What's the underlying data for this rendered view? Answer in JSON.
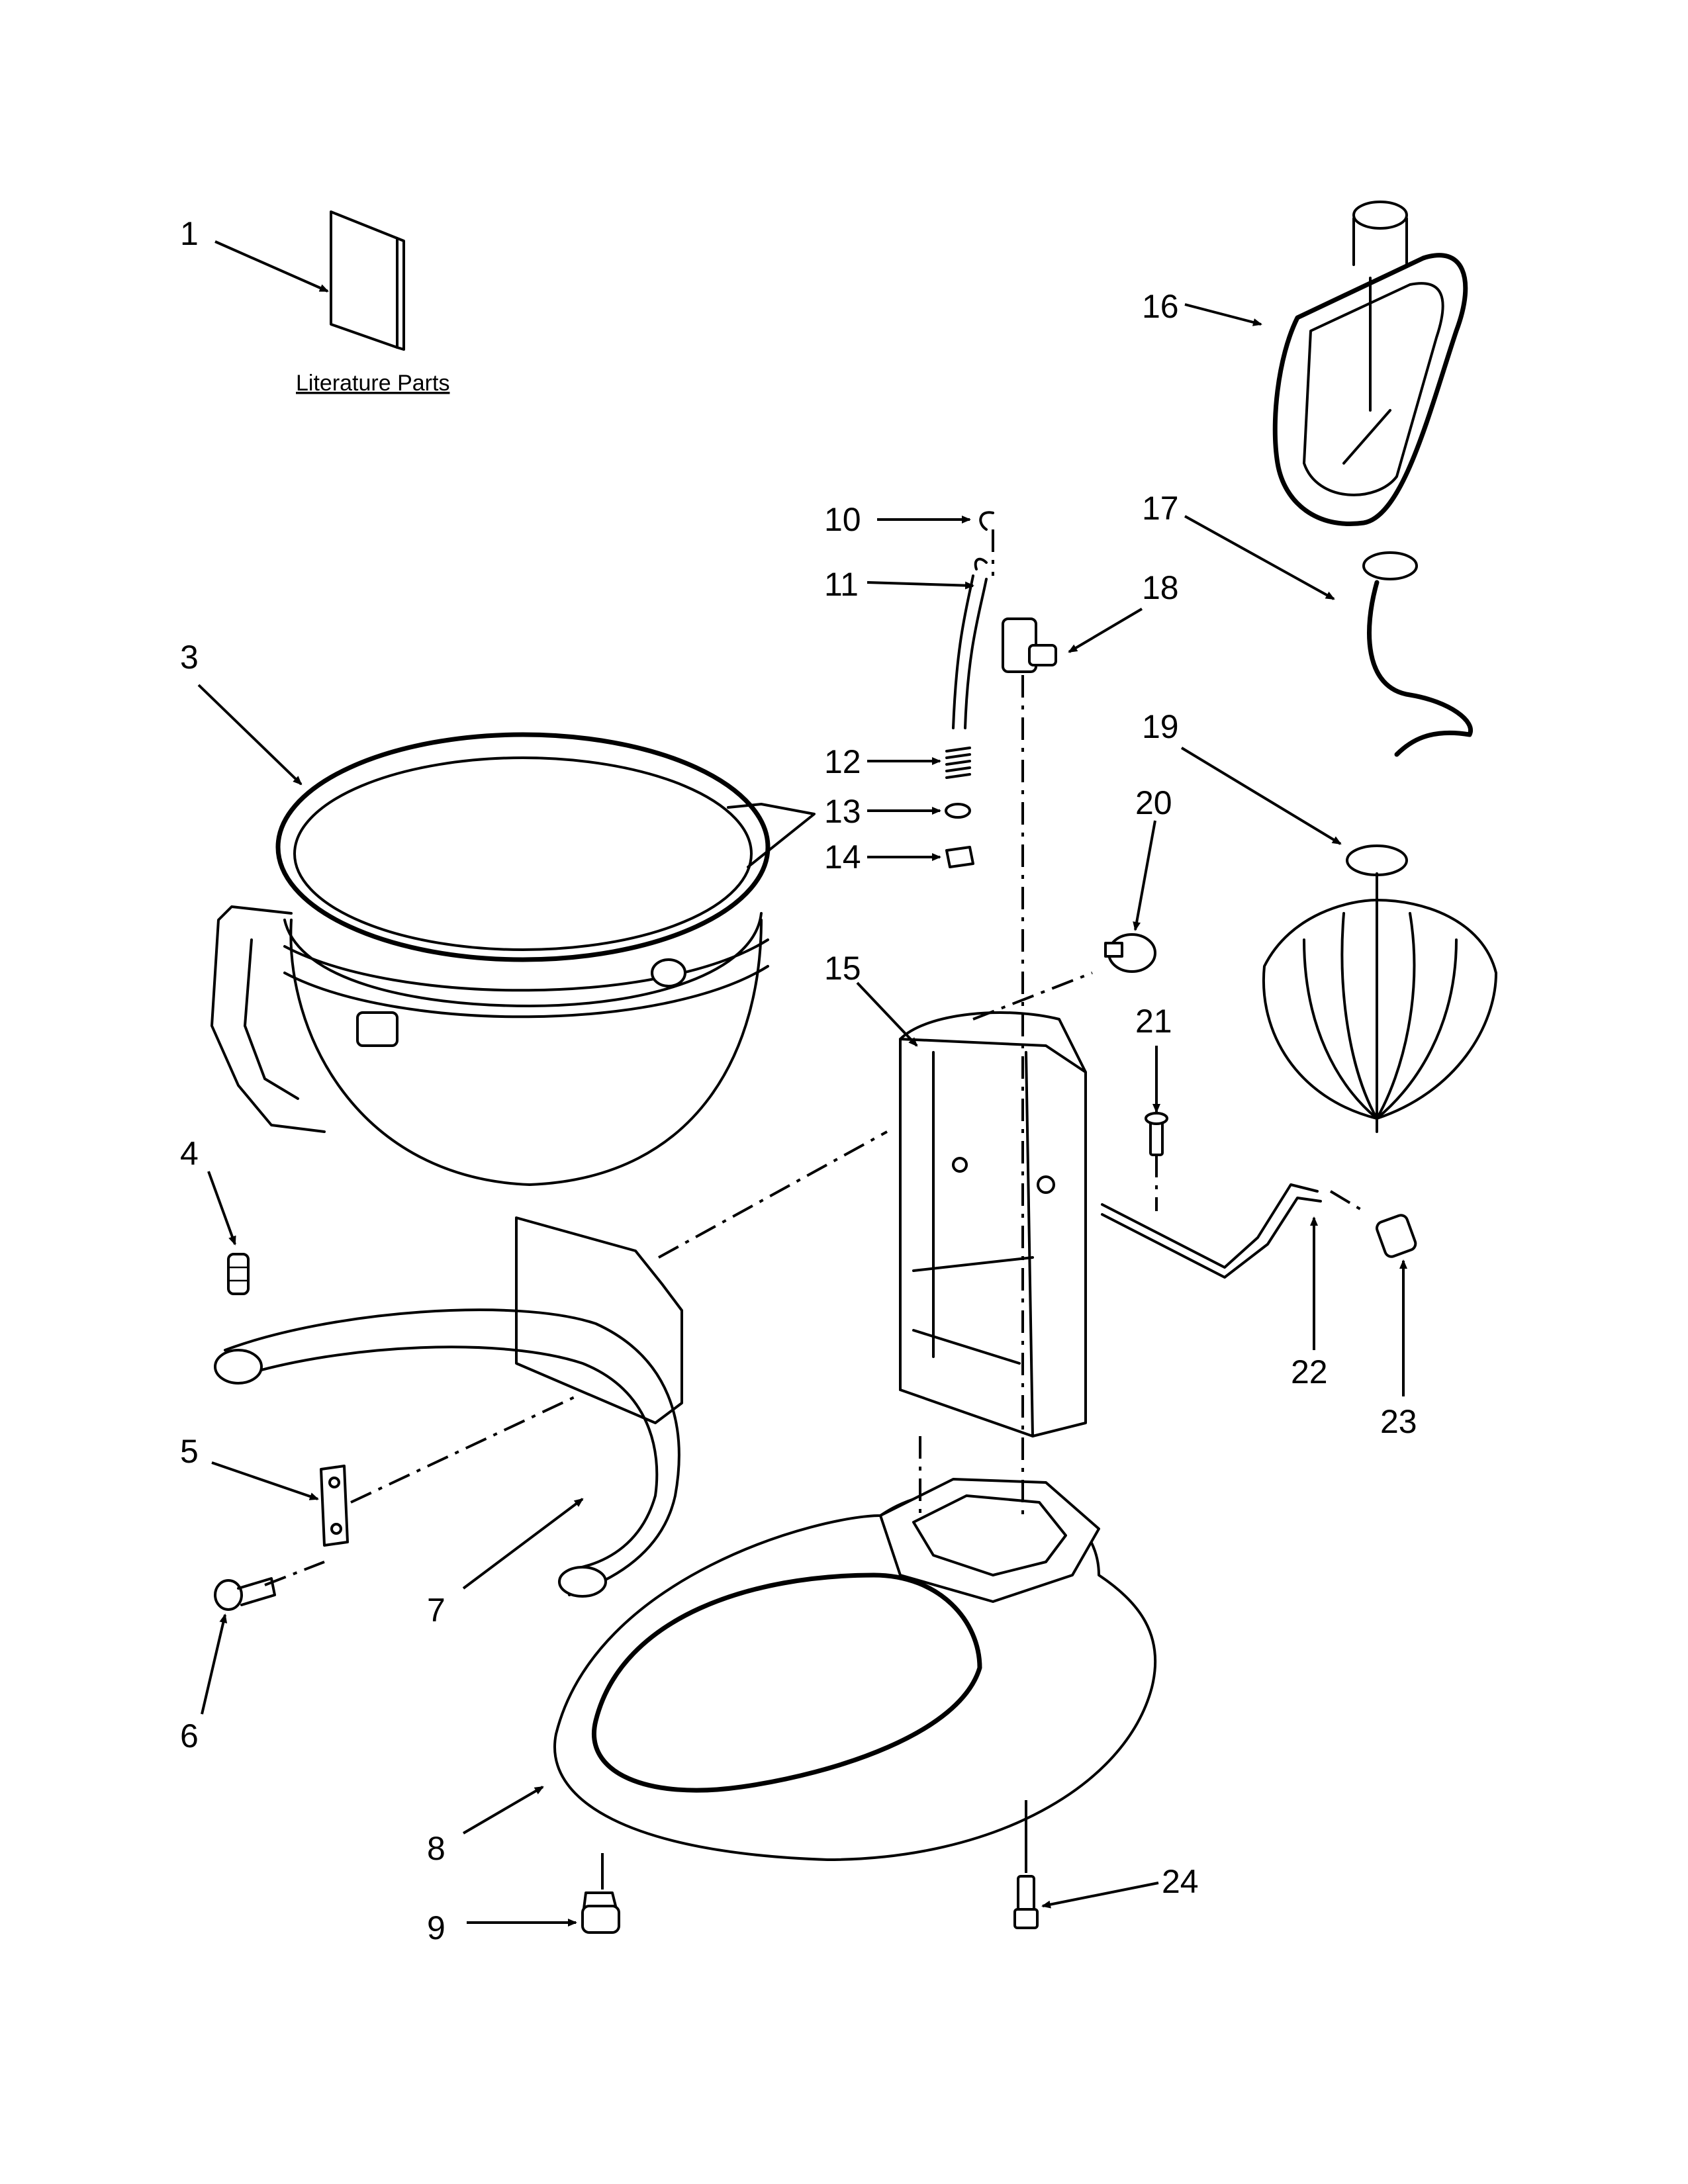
{
  "literature_label": "Literature Parts",
  "callouts": {
    "c1": "1",
    "c3": "3",
    "c4": "4",
    "c5": "5",
    "c6": "6",
    "c7": "7",
    "c8": "8",
    "c9": "9",
    "c10": "10",
    "c11": "11",
    "c12": "12",
    "c13": "13",
    "c14": "14",
    "c15": "15",
    "c16": "16",
    "c17": "17",
    "c18": "18",
    "c19": "19",
    "c20": "20",
    "c21": "21",
    "c22": "22",
    "c23": "23",
    "c24": "24"
  }
}
